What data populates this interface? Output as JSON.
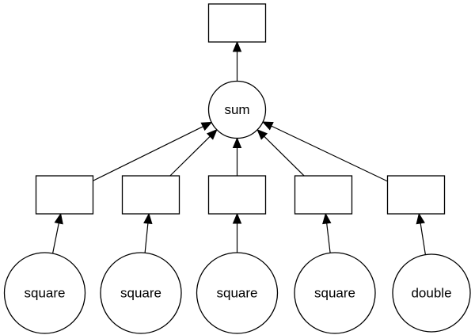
{
  "diagram": {
    "nodes": [
      {
        "id": "result",
        "shape": "box",
        "label": ""
      },
      {
        "id": "sum",
        "shape": "circle",
        "label": "sum"
      },
      {
        "id": "data1",
        "shape": "box",
        "label": ""
      },
      {
        "id": "data2",
        "shape": "box",
        "label": ""
      },
      {
        "id": "data3",
        "shape": "box",
        "label": ""
      },
      {
        "id": "data4",
        "shape": "box",
        "label": ""
      },
      {
        "id": "data5",
        "shape": "box",
        "label": ""
      },
      {
        "id": "square1",
        "shape": "circle",
        "label": "square"
      },
      {
        "id": "square2",
        "shape": "circle",
        "label": "square"
      },
      {
        "id": "square3",
        "shape": "circle",
        "label": "square"
      },
      {
        "id": "square4",
        "shape": "circle",
        "label": "square"
      },
      {
        "id": "double1",
        "shape": "circle",
        "label": "double"
      }
    ],
    "edges": [
      {
        "from": "sum",
        "to": "result"
      },
      {
        "from": "data1",
        "to": "sum"
      },
      {
        "from": "data2",
        "to": "sum"
      },
      {
        "from": "data3",
        "to": "sum"
      },
      {
        "from": "data4",
        "to": "sum"
      },
      {
        "from": "data5",
        "to": "sum"
      },
      {
        "from": "square1",
        "to": "data1"
      },
      {
        "from": "square2",
        "to": "data2"
      },
      {
        "from": "square3",
        "to": "data3"
      },
      {
        "from": "square4",
        "to": "data4"
      },
      {
        "from": "double1",
        "to": "data5"
      }
    ]
  }
}
